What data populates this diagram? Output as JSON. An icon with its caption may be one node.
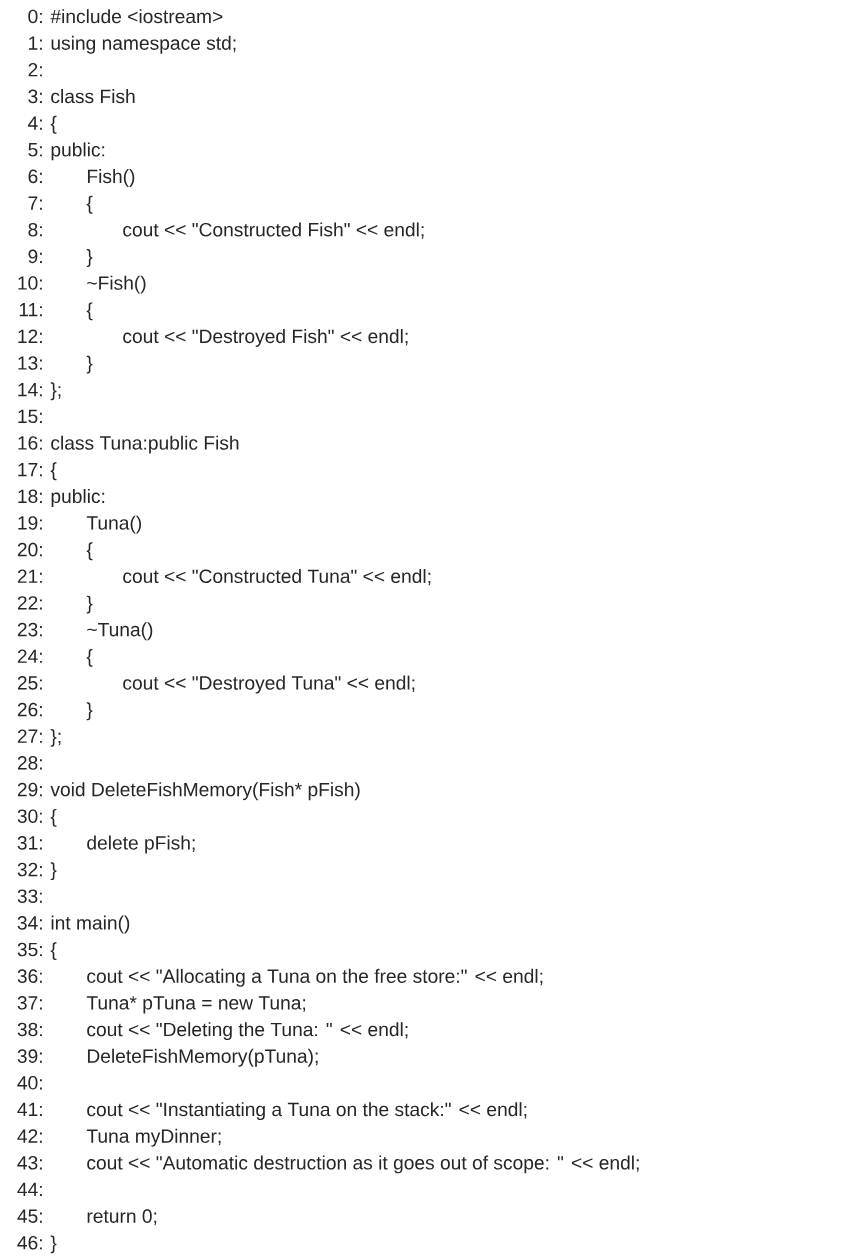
{
  "diagram": {
    "labels": [
      "0:",
      "#include <iostream>",
      "1:",
      "using namespace std;",
      "2:",
      "3:",
      "class Fish",
      "4:",
      "{",
      "5:",
      "public:",
      "6:",
      "Fish()",
      "7:",
      "{",
      "8:",
      "cout << \"Constructed Fish\" << endl;",
      "9:",
      "}",
      "10:",
      "~Fish()",
      "11:",
      "{",
      "12:",
      "cout << \"Destroyed Fish\" << endl;",
      "13:",
      "}",
      "14:",
      "};",
      "15:",
      "16:",
      "class Tuna:public Fish",
      "17:",
      "{",
      "18:",
      "public:",
      "19:",
      "Tuna()",
      "20:",
      "{",
      "21:",
      "cout << \"Constructed Tuna\" << endl;",
      "22:",
      "}",
      "23:",
      "~Tuna()",
      "24:",
      "{",
      "25:",
      "cout << \"Destroyed Tuna\" << endl;",
      "26:",
      "}",
      "27:",
      "};",
      "28:",
      "29:",
      "void DeleteFishMemory(Fish* pFish)",
      "30:",
      "{",
      "31:",
      "delete pFish;",
      "32:",
      "}",
      "33:",
      "34:",
      "int main()",
      "35:",
      "{",
      "36:",
      "cout << \"Allocating a Tuna on the free store:\" << endl;",
      "37:",
      "Tuna* pTuna = new Tuna;",
      "38:",
      "cout << \"Deleting the Tuna: \" << endl;",
      "39:",
      "DeleteFishMemory(pTuna);",
      "40:",
      "41:",
      "cout << \"Instantiating a Tuna on the stack:\" << endl;",
      "42:",
      "Tuna myDinner;",
      "43:",
      "cout << \"Automatic destruction as it goes out of scope: \" << endl;",
      "44:",
      "45:",
      "return 0;",
      "46:",
      "}"
    ]
  }
}
